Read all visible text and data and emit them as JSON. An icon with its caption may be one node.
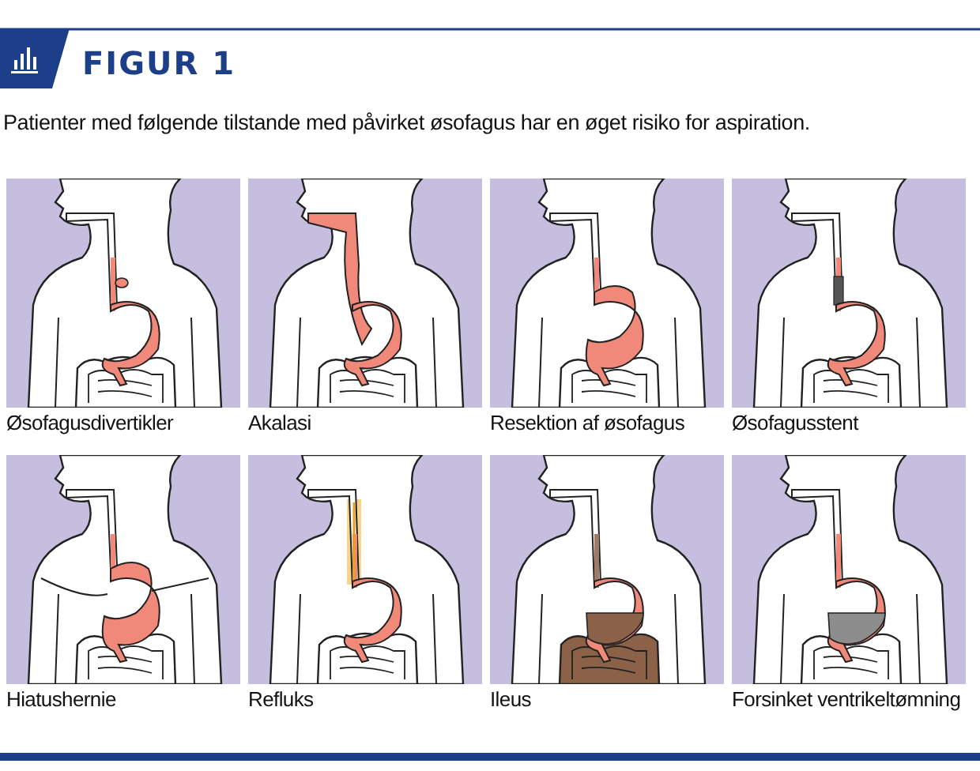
{
  "diagram": {
    "title": "FIGUR 1",
    "caption": "Patienter med følgende tilstande med påvirket øsofagus har en øget risiko for aspiration.",
    "nodes": [
      {
        "text": [
          "Øsofagusdivertikler"
        ]
      },
      {
        "text": [
          "Akalasi"
        ]
      },
      {
        "text": [
          "Resektion af øsofagus"
        ]
      },
      {
        "text": [
          "Øsofagusstent"
        ]
      },
      {
        "text": [
          "Hiatushernie"
        ]
      },
      {
        "text": [
          "Refluks"
        ]
      },
      {
        "text": [
          "Ileus"
        ]
      },
      {
        "text": [
          "Forsinket ventrikeltømning"
        ]
      }
    ]
  }
}
